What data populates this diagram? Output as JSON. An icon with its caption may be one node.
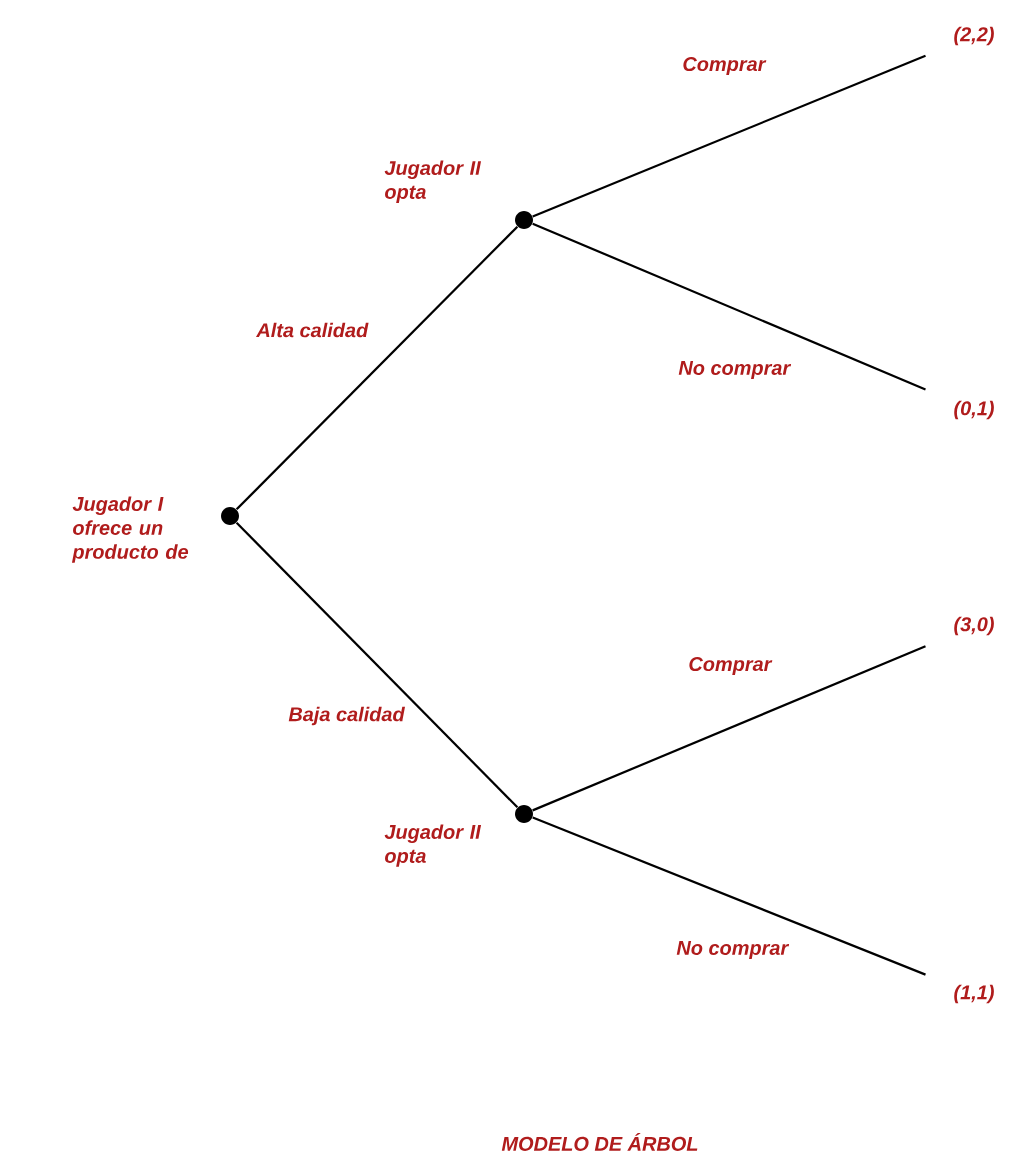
{
  "diagram": {
    "caption": "MODELO DE ÁRBOL",
    "nodes": [
      {
        "text": [],
        "shape": "circle",
        "beside": [
          "Jugador I ofrece un producto de"
        ]
      },
      {
        "text": [],
        "shape": "circle",
        "beside": [
          "Jugador II opta"
        ]
      },
      {
        "text": [
          "(2,2)"
        ]
      },
      {
        "text": [
          "(0,1)"
        ]
      },
      {
        "text": [],
        "shape": "circle",
        "beside": [
          "Jugador II opta"
        ]
      },
      {
        "text": [
          "(3,0)"
        ]
      },
      {
        "text": [
          "(1,1)"
        ]
      }
    ],
    "edges": [
      {
        "from": 0,
        "to": 1,
        "arrow": "none",
        "label": "Alta calidad"
      },
      {
        "from": 1,
        "to": 2,
        "arrow": "none",
        "label": "Comprar"
      },
      {
        "from": 1,
        "to": 3,
        "arrow": "none",
        "label": "No comprar"
      },
      {
        "from": 0,
        "to": 4,
        "arrow": "none",
        "label": "Baja calidad"
      },
      {
        "from": 4,
        "to": 5,
        "arrow": "none",
        "label": "Comprar"
      },
      {
        "from": 4,
        "to": 6,
        "arrow": "none",
        "label": "No comprar"
      }
    ]
  }
}
